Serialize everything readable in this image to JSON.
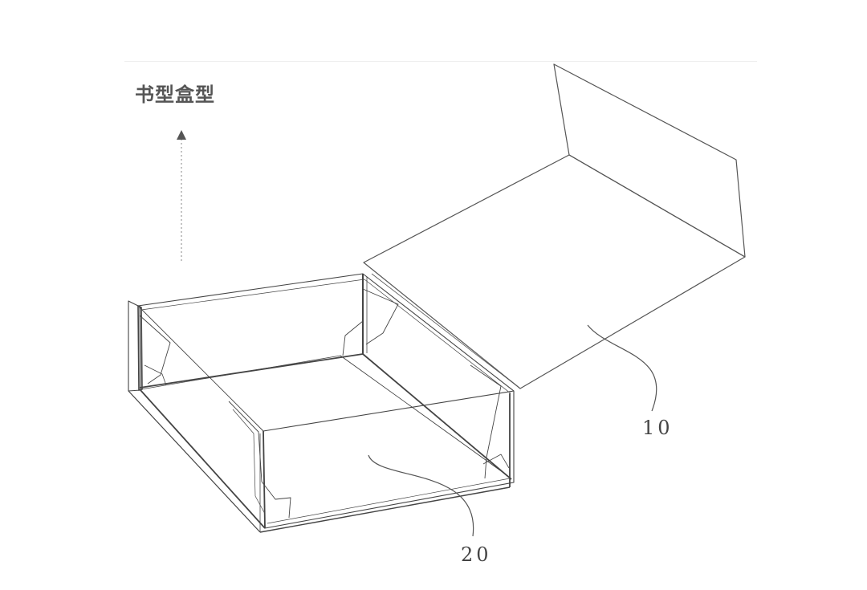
{
  "diagram": {
    "title": "书型盒型",
    "labels": {
      "lid": "10",
      "base": "20"
    }
  }
}
